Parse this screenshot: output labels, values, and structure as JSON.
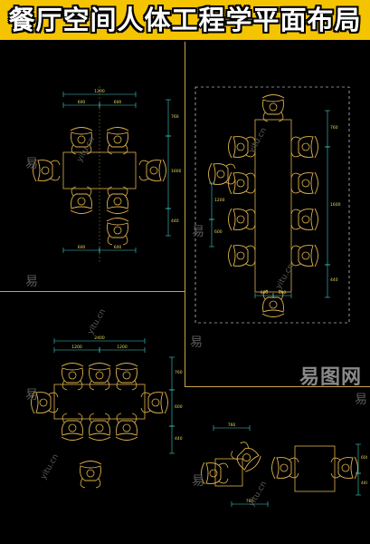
{
  "title": "餐厅空间人体工程学平面布局",
  "watermark": {
    "logo_text": "易图网",
    "char": "易",
    "site": "yitu.cn"
  },
  "colors": {
    "cad_line": "#e0b24a",
    "dimension": "#3fd0c8",
    "annotation": "#e8d85a",
    "panel_divider": "#c9a34a",
    "title_bg": "#f5c400"
  },
  "panels": [
    {
      "name": "panel-top-left",
      "dims": {
        "top_overall": "1200",
        "top_parts": [
          "600",
          "600"
        ],
        "right_parts": [
          "760",
          "1600",
          "440"
        ],
        "bottom_parts": [
          "600",
          "600"
        ]
      }
    },
    {
      "name": "panel-top-right",
      "dims": {
        "left_parts": [
          "1200",
          "600"
        ],
        "right_parts": [
          "760",
          "1600",
          "440"
        ],
        "bottom_parts": [
          "600",
          "600"
        ]
      }
    },
    {
      "name": "panel-bottom-left",
      "dims": {
        "top_overall": "2400",
        "top_parts": [
          "1200",
          "1200"
        ],
        "right_parts": [
          "760",
          "600",
          "440"
        ]
      }
    },
    {
      "name": "panel-bottom-right",
      "dims": {
        "top_overall": "760",
        "right_parts": [
          "600",
          "440"
        ],
        "bottom_parts": [
          "760"
        ]
      }
    }
  ]
}
